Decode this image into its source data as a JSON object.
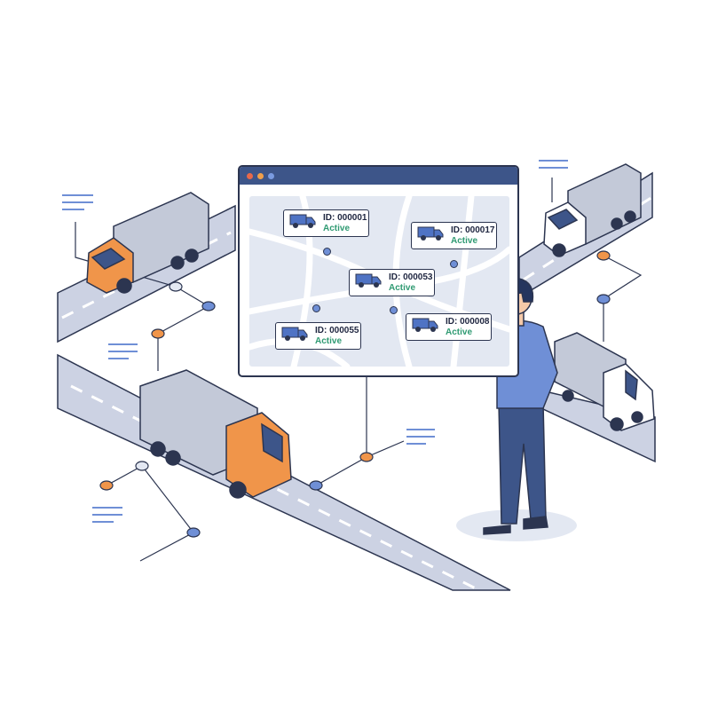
{
  "window": {
    "controls": [
      {
        "name": "close",
        "color": "#e8694a"
      },
      {
        "name": "minimize",
        "color": "#f0a04b"
      },
      {
        "name": "maximize",
        "color": "#7a9be0"
      }
    ]
  },
  "vehicles": [
    {
      "id_label": "ID: 000001",
      "status": "Active"
    },
    {
      "id_label": "ID: 000017",
      "status": "Active"
    },
    {
      "id_label": "ID: 000053",
      "status": "Active"
    },
    {
      "id_label": "ID: 000055",
      "status": "Active"
    },
    {
      "id_label": "ID: 000008",
      "status": "Active"
    }
  ],
  "colors": {
    "accent": "#6f8fd6",
    "status_active": "#2f9a72",
    "truck_orange": "#f0954a",
    "road": "#ccd2e3",
    "outline": "#2c3550"
  }
}
